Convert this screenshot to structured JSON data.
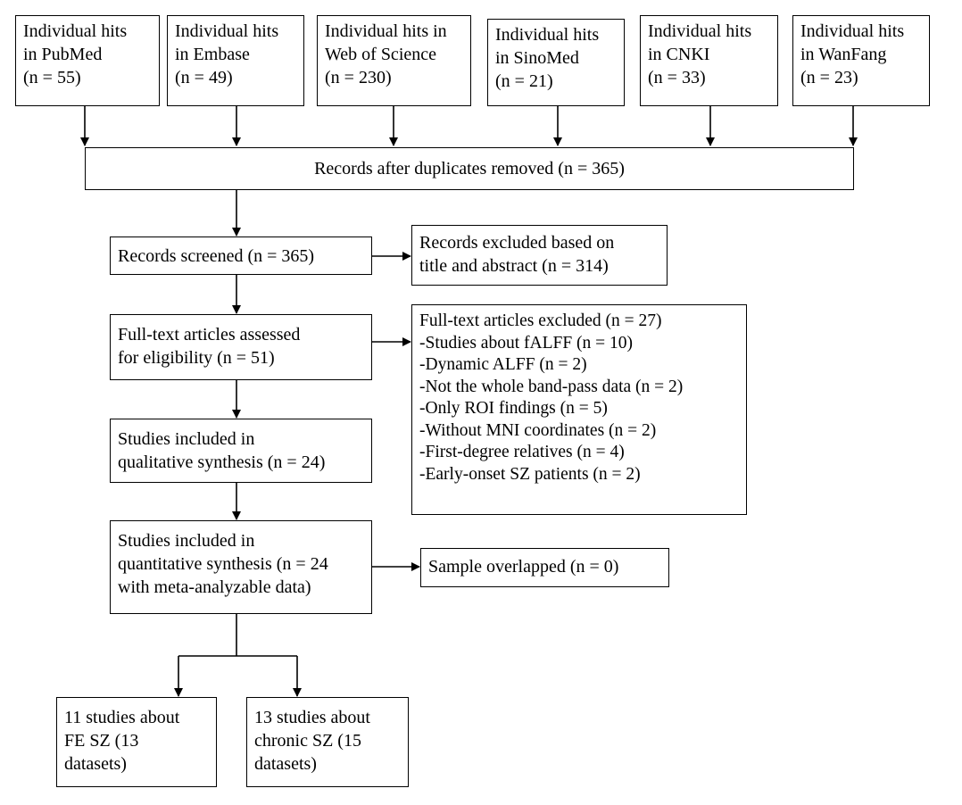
{
  "sources": [
    {
      "label": "Individual hits\nin PubMed\n(n = 55)"
    },
    {
      "label": "Individual hits\nin Embase\n(n = 49)"
    },
    {
      "label": "Individual hits in\nWeb of Science\n(n = 230)"
    },
    {
      "label": "Individual hits\nin SinoMed\n(n = 21)"
    },
    {
      "label": "Individual hits\nin CNKI\n(n = 33)"
    },
    {
      "label": "Individual hits\nin WanFang\n(n = 23)"
    }
  ],
  "duplicates_removed": "Records after duplicates removed (n = 365)",
  "screened": "Records screened (n = 365)",
  "excluded_title_abstract": "Records excluded based on\ntitle and abstract (n = 314)",
  "full_text_assessed": "Full-text articles assessed\nfor eligibility (n = 51)",
  "full_text_excluded": {
    "lines": [
      "Full-text articles excluded (n = 27)",
      "-Studies about fALFF (n = 10)",
      "-Dynamic ALFF (n = 2)",
      "-Not the whole band-pass data (n = 2)",
      "-Only ROI findings (n = 5)",
      "-Without MNI coordinates (n = 2)",
      "-First-degree relatives (n = 4)",
      "-Early-onset SZ patients (n = 2)"
    ]
  },
  "qualitative": "Studies included in\nqualitative synthesis (n = 24)",
  "quantitative": "Studies included in\nquantitative synthesis (n = 24\nwith meta-analyzable data)",
  "sample_overlapped": "Sample overlapped (n = 0)",
  "fe_sz": "11 studies about\nFE SZ (13\ndatasets)",
  "chronic_sz": "13 studies about\nchronic SZ (15\ndatasets)"
}
